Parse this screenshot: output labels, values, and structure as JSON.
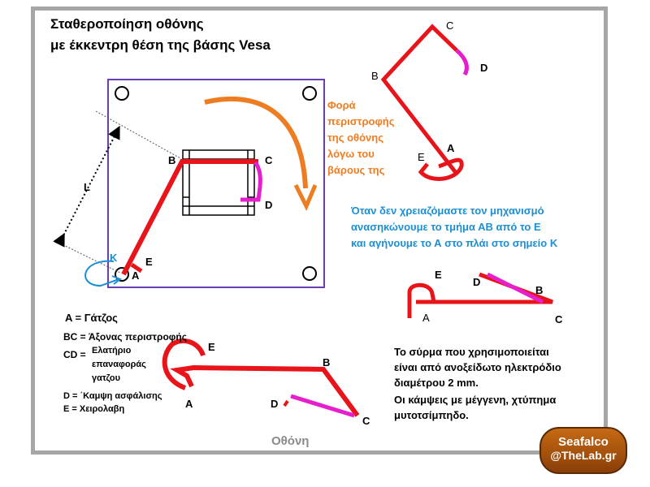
{
  "title_line1": "Σταθεροποίηση οθόνης",
  "title_line2": "με έκκεντρη θέση της βάσης Vesa",
  "rotation_note": [
    "Φορά",
    "περιστροφής",
    "της οθόνης",
    "λόγω του",
    "βάρους της"
  ],
  "instruction": [
    "Όταν δεν χρειαζόμαστε τον μηχανισμό",
    "ανασηκώνουμε το τμήμα ΑΒ από το Ε",
    "και αγήνουμε το Α στο πλάι στο σημείο Κ"
  ],
  "legend": {
    "a": "A = Γάτζος",
    "bc": "BC = Άξονας περιστροφής",
    "cd_prefix": "CD =",
    "cd_text": [
      "Ελατήριο",
      "επαναφοράς",
      "γατζου"
    ],
    "d": "D = ΄Καμψη ασφάλισης",
    "e": "E = Χειρολαβη"
  },
  "wire_note": [
    "Το σύρμα που χρησιμοποιείται",
    "είναι από ανοξείδωτο ηλεκτρόδιο",
    "διαμέτρου 2 mm.",
    "Οι κάμψεις με μέγγενη, χτύπημα",
    "μυτοτσίμπηδο."
  ],
  "screen_label": "Οθόνη",
  "point_labels": {
    "A": "A",
    "B": "B",
    "C": "C",
    "D": "D",
    "E": "E",
    "K": "K",
    "L": "L"
  },
  "logo": {
    "line1": "Seafalco",
    "line2": "@TheLab.gr"
  },
  "colors": {
    "wire": "#e8141a",
    "spring": "#e51fcb",
    "arrow": "#ee7d22",
    "plate": "#6a3db0",
    "blue": "#1b8fd3"
  }
}
